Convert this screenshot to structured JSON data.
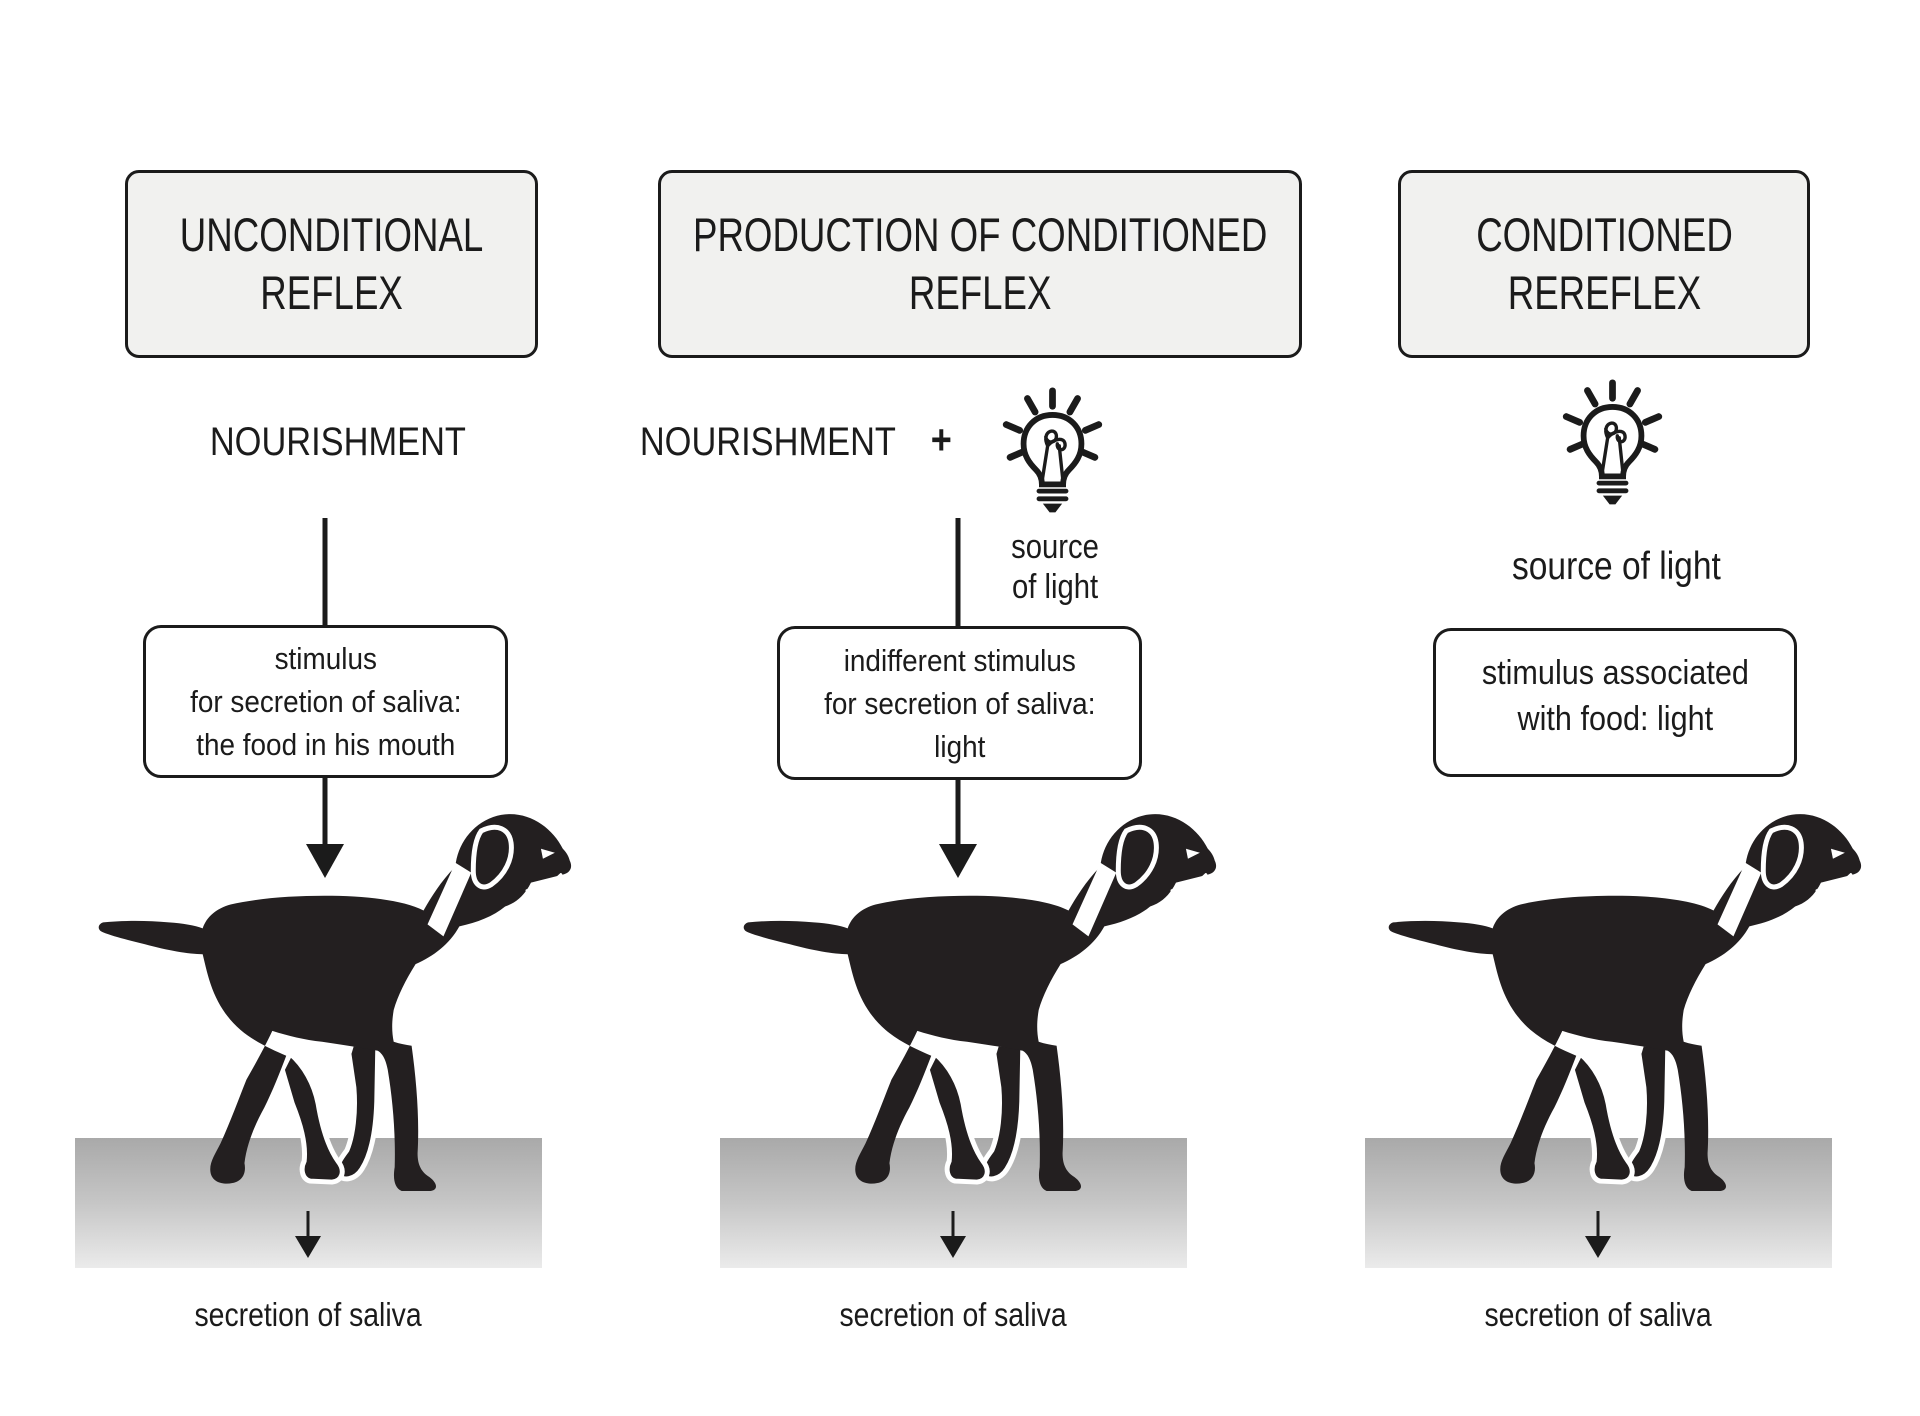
{
  "colors": {
    "background": "#ffffff",
    "ink": "#1b1b1b",
    "header_box_fill": "#f1f1ef",
    "stimulus_box_fill": "#ffffff",
    "dog_silhouette": "#231f20",
    "platform_gradient_top": "#a9a9a9",
    "platform_gradient_bottom": "#ebebeb"
  },
  "icons": {
    "light_bulb": "light-bulb-icon",
    "down_arrow": "down-arrow-icon"
  },
  "columns": [
    {
      "header_line1": "UNCONDITIONAL",
      "header_line2": "REFLEX",
      "nourishment_label": "NOURISHMENT",
      "stimulus_box_line1": "stimulus",
      "stimulus_box_line2": "for secretion of saliva:",
      "stimulus_box_line3": "the food in his mouth",
      "result_label": "secretion of saliva"
    },
    {
      "header_line1": "PRODUCTION OF CONDITIONED",
      "header_line2": "REFLEX",
      "nourishment_label": "NOURISHMENT",
      "plus_sign": "+",
      "bulb_caption_line1": "source",
      "bulb_caption_line2": "of light",
      "stimulus_box_line1": "indifferent stimulus",
      "stimulus_box_line2": "for secretion of saliva:",
      "stimulus_box_line3": "light",
      "result_label": "secretion of saliva"
    },
    {
      "header_line1": "CONDITIONED",
      "header_line2": "REREFLEX",
      "bulb_caption": "source of light",
      "stimulus_box_line1": "stimulus associated",
      "stimulus_box_line2": "with food: light",
      "result_label": "secretion of saliva"
    }
  ]
}
